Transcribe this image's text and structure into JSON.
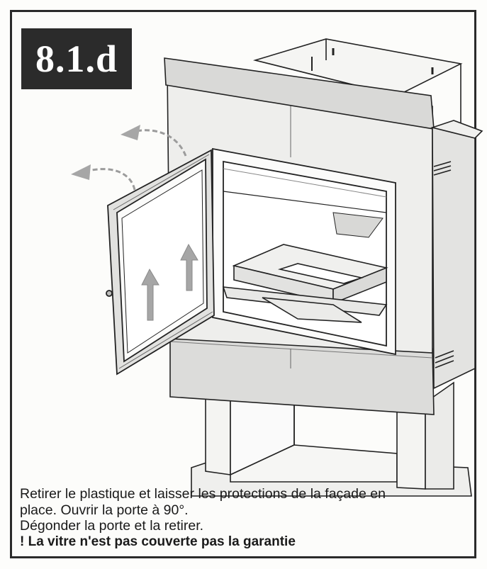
{
  "step": {
    "number": "8.1.d"
  },
  "caption": {
    "line1": "Retirer le plastique et laisser les protections de la façade en",
    "line2": "place. Ouvrir la porte à 90°.",
    "line3": "Dégonder la porte et la retirer.",
    "warning": "! La vitre n'est pas couverte pas la garantie"
  },
  "colors": {
    "badge_bg": "#2b2b2b",
    "badge_text": "#ffffff",
    "stove_panel": "#e4e4e2",
    "arrow_gray": "#a6a6a6",
    "line": "#222222"
  },
  "icons": {
    "rotate_arrows": "curved-arrow-icon",
    "lift_arrows": "up-arrow-icon"
  }
}
